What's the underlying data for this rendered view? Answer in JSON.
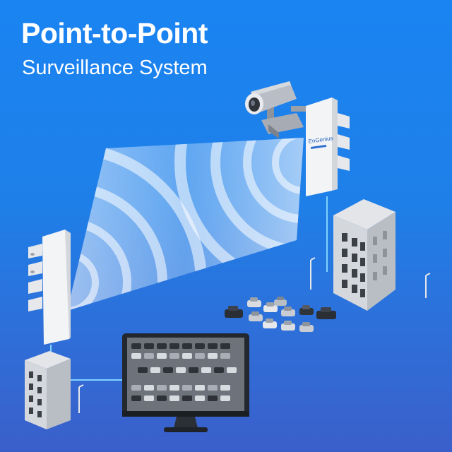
{
  "heading": {
    "title": "Point-to-Point",
    "subtitle": "Surveillance System"
  },
  "device": {
    "brand_label": "EnGenius"
  },
  "colors": {
    "background_top": "#1a84f2",
    "background_bottom": "#3b5fca",
    "device_white": "#f3f4f6",
    "building_gray": "#c9ccd2",
    "link_line": "#7fd3ff"
  },
  "icons": [
    "security-camera-icon",
    "wireless-access-point-icon",
    "office-building-icon",
    "street-lamp-icon",
    "parked-cars-icon",
    "monitor-icon"
  ]
}
